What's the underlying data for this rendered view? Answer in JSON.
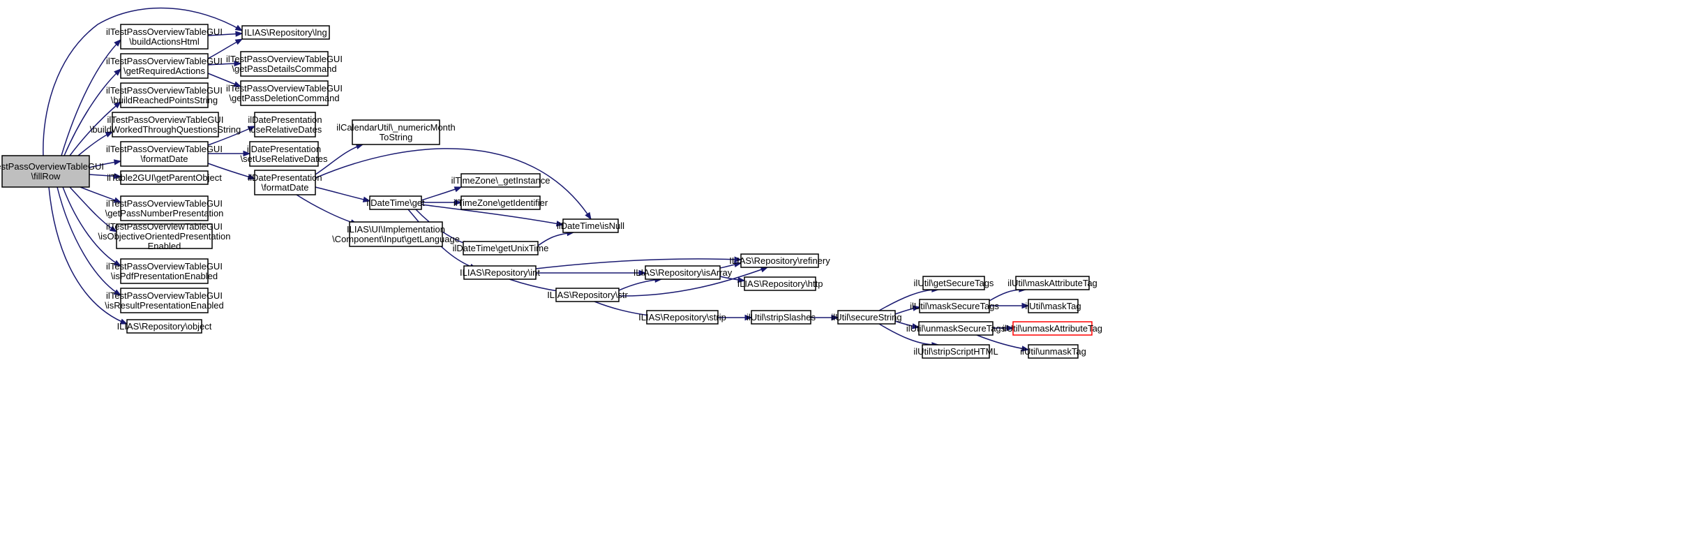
{
  "diagram": {
    "type": "call-graph",
    "edge_color": "#191970",
    "node_border_color": "#000000",
    "root_fill_color": "#bfbfbf",
    "unresolved_border_color": "#ff0000",
    "nodes": [
      {
        "id": "fillRow",
        "lines": [
          "ilTestPassOverviewTableGUI",
          "\\fillRow"
        ],
        "root": true
      },
      {
        "id": "buildActionsHtml",
        "lines": [
          "ilTestPassOverviewTableGUI",
          "\\buildActionsHtml"
        ]
      },
      {
        "id": "lng",
        "lines": [
          "ILIAS\\Repository\\lng"
        ]
      },
      {
        "id": "getRequiredActions",
        "lines": [
          "ilTestPassOverviewTableGUI",
          "\\getRequiredActions"
        ]
      },
      {
        "id": "getPassDetailsCommand",
        "lines": [
          "ilTestPassOverviewTableGUI",
          "\\getPassDetailsCommand"
        ]
      },
      {
        "id": "getPassDeletionCommand",
        "lines": [
          "ilTestPassOverviewTableGUI",
          "\\getPassDeletionCommand"
        ]
      },
      {
        "id": "buildReachedPointsString",
        "lines": [
          "ilTestPassOverviewTableGUI",
          "\\buildReachedPointsString"
        ]
      },
      {
        "id": "buildWorkedThroughQuestionsString",
        "lines": [
          "ilTestPassOverviewTableGUI",
          "\\buildWorkedThroughQuestionsString"
        ]
      },
      {
        "id": "formatDateGUI",
        "lines": [
          "ilTestPassOverviewTableGUI",
          "\\formatDate"
        ]
      },
      {
        "id": "useRelativeDates",
        "lines": [
          "ilDatePresentation",
          "\\useRelativeDates"
        ]
      },
      {
        "id": "setUseRelativeDates",
        "lines": [
          "ilDatePresentation",
          "\\setUseRelativeDates"
        ]
      },
      {
        "id": "formatDatePres",
        "lines": [
          "ilDatePresentation",
          "\\formatDate"
        ]
      },
      {
        "id": "numericMonthToString",
        "lines": [
          "ilCalendarUtil\\_numericMonth",
          "ToString"
        ]
      },
      {
        "id": "getParentObject",
        "lines": [
          "ilTable2GUI\\getParentObject"
        ]
      },
      {
        "id": "getPassNumberPresentation",
        "lines": [
          "ilTestPassOverviewTableGUI",
          "\\getPassNumberPresentation"
        ]
      },
      {
        "id": "isObjectiveOriented",
        "lines": [
          "ilTestPassOverviewTableGUI",
          "\\isObjectiveOrientedPresentation",
          "Enabled"
        ]
      },
      {
        "id": "isPdfPresentationEnabled",
        "lines": [
          "ilTestPassOverviewTableGUI",
          "\\isPdfPresentationEnabled"
        ]
      },
      {
        "id": "isResultPresentationEnabled",
        "lines": [
          "ilTestPassOverviewTableGUI",
          "\\isResultPresentationEnabled"
        ]
      },
      {
        "id": "object",
        "lines": [
          "ILIAS\\Repository\\object"
        ]
      },
      {
        "id": "dtGet",
        "lines": [
          "ilDateTime\\get"
        ]
      },
      {
        "id": "getLanguage",
        "lines": [
          "ILIAS\\UI\\Implementation",
          "\\Component\\Input\\getLanguage"
        ]
      },
      {
        "id": "getInstance",
        "lines": [
          "ilTimeZone\\_getInstance"
        ]
      },
      {
        "id": "getIdentifier",
        "lines": [
          "ilTimeZone\\getIdentifier"
        ]
      },
      {
        "id": "isNull",
        "lines": [
          "ilDateTime\\isNull"
        ]
      },
      {
        "id": "getUnixTime",
        "lines": [
          "ilDateTime\\getUnixTime"
        ]
      },
      {
        "id": "int",
        "lines": [
          "ILIAS\\Repository\\int"
        ]
      },
      {
        "id": "refinery",
        "lines": [
          "ILIAS\\Repository\\refinery"
        ]
      },
      {
        "id": "isArray",
        "lines": [
          "ILIAS\\Repository\\isArray"
        ]
      },
      {
        "id": "http",
        "lines": [
          "ILIAS\\Repository\\http"
        ]
      },
      {
        "id": "str",
        "lines": [
          "ILIAS\\Repository\\str"
        ]
      },
      {
        "id": "strip",
        "lines": [
          "ILIAS\\Repository\\strip"
        ]
      },
      {
        "id": "stripSlashes",
        "lines": [
          "ilUtil\\stripSlashes"
        ]
      },
      {
        "id": "secureString",
        "lines": [
          "ilUtil\\secureString"
        ]
      },
      {
        "id": "getSecureTags",
        "lines": [
          "ilUtil\\getSecureTags"
        ]
      },
      {
        "id": "maskSecureTags",
        "lines": [
          "ilUtil\\maskSecureTags"
        ]
      },
      {
        "id": "unmaskSecureTags",
        "lines": [
          "ilUtil\\unmaskSecureTags"
        ]
      },
      {
        "id": "stripScriptHTML",
        "lines": [
          "ilUtil\\stripScriptHTML"
        ]
      },
      {
        "id": "maskAttributeTag",
        "lines": [
          "ilUtil\\maskAttributeTag"
        ]
      },
      {
        "id": "maskTag",
        "lines": [
          "ilUtil\\maskTag"
        ]
      },
      {
        "id": "unmaskAttributeTag",
        "lines": [
          "ilUtil\\unmaskAttributeTag"
        ],
        "unresolved": true
      },
      {
        "id": "unmaskTag",
        "lines": [
          "ilUtil\\unmaskTag"
        ]
      }
    ],
    "edges": [
      [
        "fillRow",
        "lng"
      ],
      [
        "fillRow",
        "buildActionsHtml"
      ],
      [
        "fillRow",
        "getRequiredActions"
      ],
      [
        "fillRow",
        "buildReachedPointsString"
      ],
      [
        "fillRow",
        "buildWorkedThroughQuestionsString"
      ],
      [
        "fillRow",
        "formatDateGUI"
      ],
      [
        "fillRow",
        "getParentObject"
      ],
      [
        "fillRow",
        "getPassNumberPresentation"
      ],
      [
        "fillRow",
        "isObjectiveOriented"
      ],
      [
        "fillRow",
        "isPdfPresentationEnabled"
      ],
      [
        "fillRow",
        "isResultPresentationEnabled"
      ],
      [
        "fillRow",
        "object"
      ],
      [
        "buildActionsHtml",
        "lng"
      ],
      [
        "getRequiredActions",
        "lng"
      ],
      [
        "getRequiredActions",
        "getPassDetailsCommand"
      ],
      [
        "getRequiredActions",
        "getPassDeletionCommand"
      ],
      [
        "formatDateGUI",
        "useRelativeDates"
      ],
      [
        "formatDateGUI",
        "setUseRelativeDates"
      ],
      [
        "formatDateGUI",
        "formatDatePres"
      ],
      [
        "formatDatePres",
        "numericMonthToString"
      ],
      [
        "formatDatePres",
        "isNull"
      ],
      [
        "formatDatePres",
        "dtGet"
      ],
      [
        "formatDatePres",
        "getLanguage"
      ],
      [
        "dtGet",
        "getInstance"
      ],
      [
        "dtGet",
        "getIdentifier"
      ],
      [
        "dtGet",
        "isNull"
      ],
      [
        "dtGet",
        "getUnixTime"
      ],
      [
        "dtGet",
        "int"
      ],
      [
        "getUnixTime",
        "isNull"
      ],
      [
        "int",
        "refinery"
      ],
      [
        "int",
        "isArray"
      ],
      [
        "int",
        "str"
      ],
      [
        "isArray",
        "refinery"
      ],
      [
        "isArray",
        "http"
      ],
      [
        "str",
        "isArray"
      ],
      [
        "str",
        "refinery"
      ],
      [
        "str",
        "strip"
      ],
      [
        "strip",
        "stripSlashes"
      ],
      [
        "stripSlashes",
        "secureString"
      ],
      [
        "secureString",
        "getSecureTags"
      ],
      [
        "secureString",
        "maskSecureTags"
      ],
      [
        "secureString",
        "unmaskSecureTags"
      ],
      [
        "secureString",
        "stripScriptHTML"
      ],
      [
        "maskSecureTags",
        "maskAttributeTag"
      ],
      [
        "maskSecureTags",
        "maskTag"
      ],
      [
        "unmaskSecureTags",
        "unmaskAttributeTag"
      ],
      [
        "unmaskSecureTags",
        "unmaskTag"
      ]
    ]
  }
}
